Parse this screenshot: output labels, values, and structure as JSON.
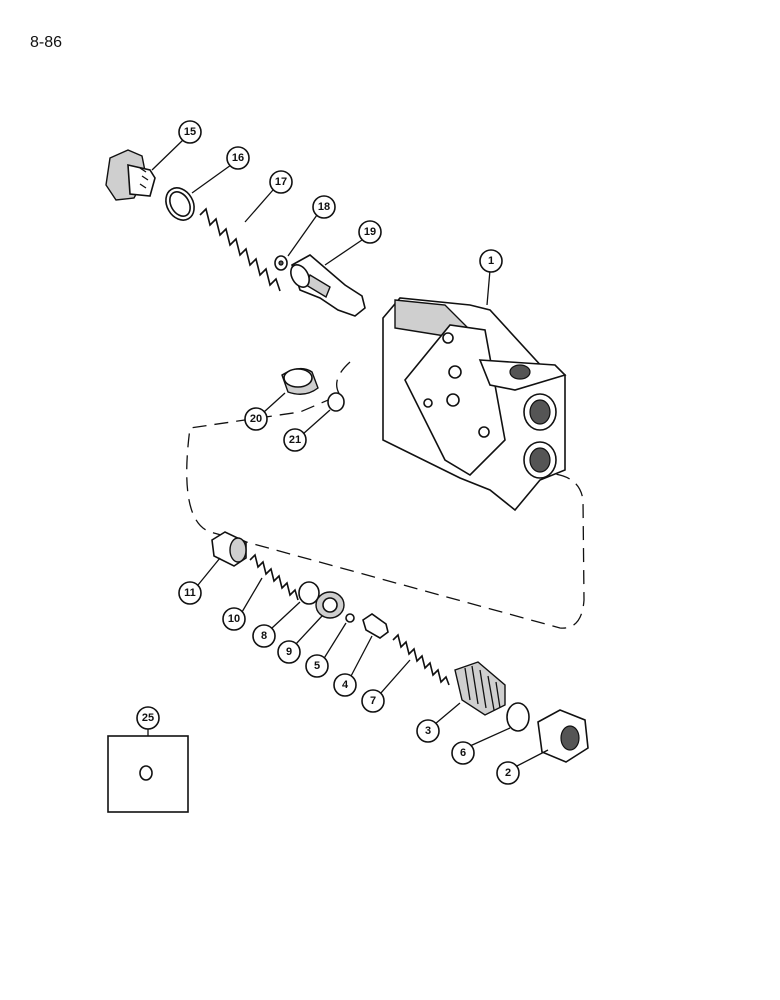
{
  "page_number": "8-86",
  "callouts": {
    "c1": "1",
    "c2": "2",
    "c3": "3",
    "c4": "4",
    "c5": "5",
    "c6": "6",
    "c7": "7",
    "c8": "8",
    "c9": "9",
    "c10": "10",
    "c11": "11",
    "c15": "15",
    "c16": "16",
    "c17": "17",
    "c18": "18",
    "c19": "19",
    "c20": "20",
    "c21": "21",
    "c25": "25"
  }
}
